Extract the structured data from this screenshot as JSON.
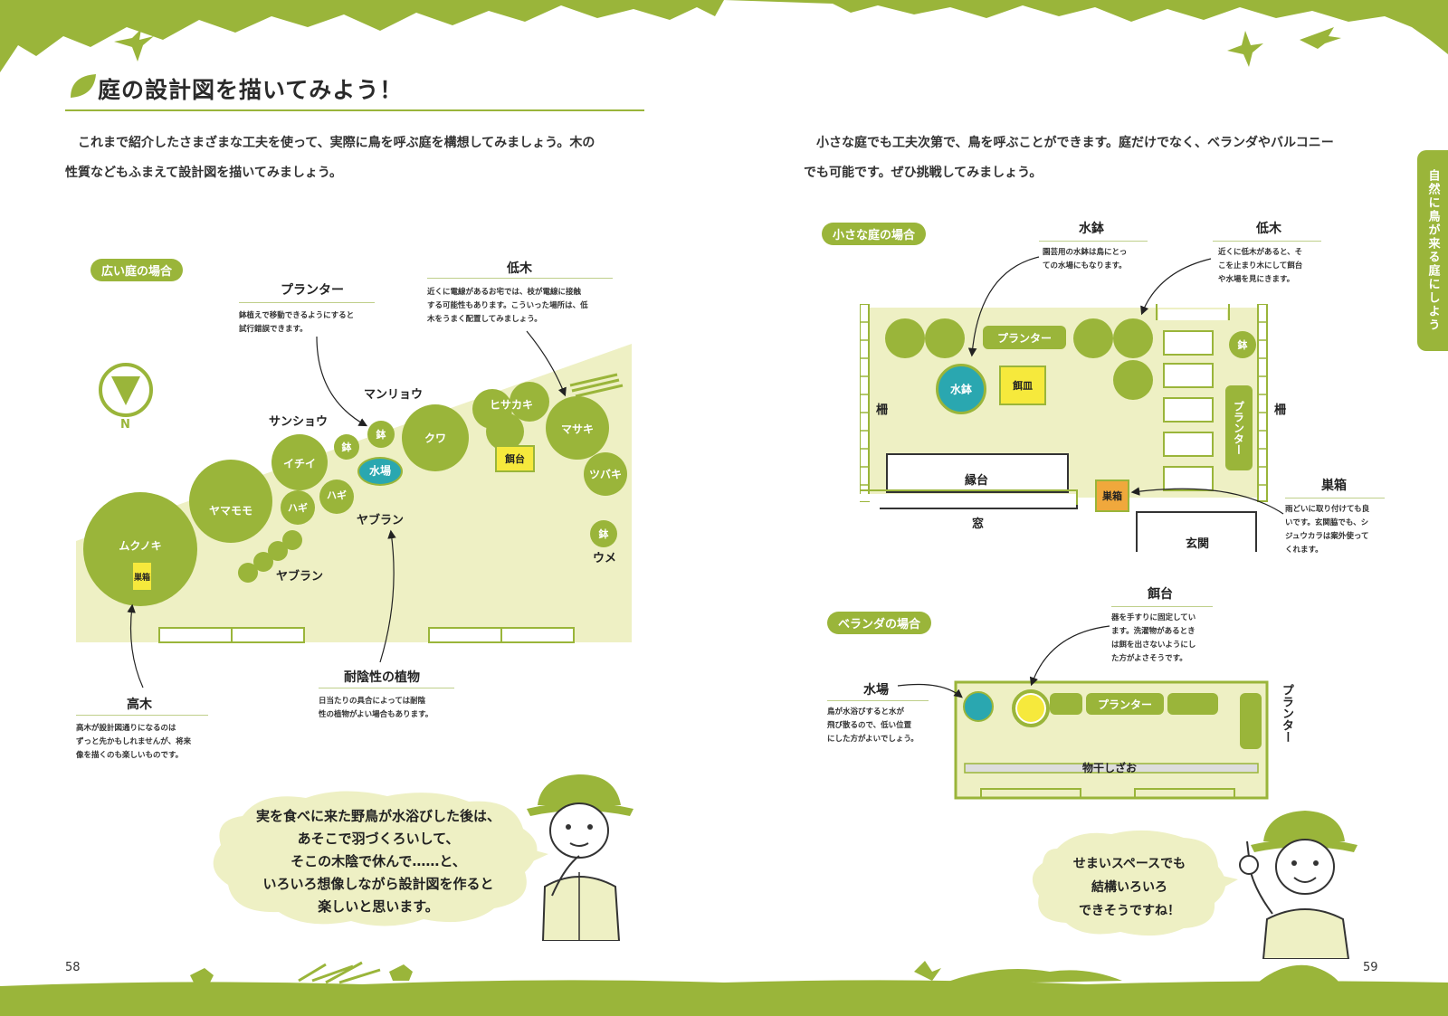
{
  "left_page": {
    "title": "庭の設計図を描いてみよう！",
    "intro_lines": [
      "これまで紹介したさまざまな工夫を使って、実際に鳥を呼ぶ庭を構想してみましょう。木の",
      "性質などもふまえて設計図を描いてみましょう。"
    ],
    "section_pill": "広い庭の場合",
    "compass": "N",
    "callouts": {
      "planter": {
        "title": "プランター",
        "note": [
          "鉢植えで移動できるようにすると",
          "試行錯誤できます。"
        ]
      },
      "teiboku": {
        "title": "低木",
        "note": [
          "近くに電線があるお宅では、枝が電線に接触",
          "する可能性もあります。こういった場所は、低",
          "木をうまく配置してみましょう。"
        ]
      },
      "kouboku": {
        "title": "高木",
        "note": [
          "高木が設計図通りになるのは",
          "ずっと先かもしれませんが、将来",
          "像を描くのも楽しいものです。"
        ]
      },
      "taiinsei": {
        "title": "耐陰性の植物",
        "note": [
          "日当たりの具合によっては耐陰",
          "性の植物がよい場合もあります。"
        ]
      }
    },
    "plan": {
      "mukunoki": "ムクノキ",
      "subako": "巣箱",
      "yamamomo": "ヤマモモ",
      "ichii": "イチイ",
      "hagi1": "ハギ",
      "hagi2": "ハギ",
      "hachi1": "鉢",
      "hachi2": "鉢",
      "mizuba": "水場",
      "kuwa": "クワ",
      "hisakaki": "ヒサカキ",
      "masaki": "マサキ",
      "tsubaki": "ツバキ",
      "hachi_ume": "鉢",
      "shiryoudai": "餌台",
      "sanshou": "サンショウ",
      "manryou": "マンリョウ",
      "yaburan1": "ヤブラン",
      "yaburan2": "ヤブラン",
      "ume": "ウメ"
    },
    "bubble": [
      "実を食べに来た野鳥が水浴びした後は、",
      "あそこで羽づくろいして、",
      "そこの木陰で休んで……と、",
      "いろいろ想像しながら設計図を作ると",
      "楽しいと思います。"
    ],
    "page_number": "58"
  },
  "right_page": {
    "intro_lines": [
      "小さな庭でも工夫次第で、鳥を呼ぶことができます。庭だけでなく、ベランダやバルコニー",
      "でも可能です。ぜひ挑戦してみましょう。"
    ],
    "side_tab": "自然に鳥が来る庭にしよう",
    "small_garden": {
      "pill": "小さな庭の場合",
      "hachi_title": "水鉢",
      "hachi_note": [
        "園芸用の水鉢は鳥にとっ",
        "ての水場にもなります。"
      ],
      "teiboku_title": "低木",
      "teiboku_note": [
        "近くに低木があると、そ",
        "こを止まり木にして餌台",
        "や水場を見にきます。"
      ],
      "planter_h": "プランター",
      "planter_v": "プランター",
      "mizubachi": "水鉢",
      "esara": "餌皿",
      "hachi": "鉢",
      "saku_left": "柵",
      "saku_right": "柵",
      "engawa": "縁台",
      "mado": "窓",
      "genkan": "玄関",
      "subako": "巣箱",
      "subako_title": "巣箱",
      "subako_note": [
        "雨どいに取り付けても良",
        "いです。玄関脇でも、シ",
        "ジュウカラは案外使って",
        "くれます。"
      ]
    },
    "veranda": {
      "pill": "ベランダの場合",
      "shiryoudai_title": "餌台",
      "shiryoudai_note": [
        "器を手すりに固定してい",
        "ます。洗濯物があるとき",
        "は餌を出さないようにし",
        "た方がよさそうです。"
      ],
      "mizuba_title": "水場",
      "mizuba_note": [
        "鳥が水浴びすると水が",
        "飛び散るので、低い位置",
        "にした方がよいでしょう。"
      ],
      "planter_h": "プランター",
      "planter_v": "プランター",
      "monohoshi": "物干しざお"
    },
    "bubble": [
      "せまいスペースでも",
      "結構いろいろ",
      "できそうですね！"
    ],
    "page_number": "59"
  },
  "colors": {
    "accent": "#9ab53a",
    "lawn": "#eef0c4",
    "teal": "#2aa7b0",
    "yellow": "#f6e93c",
    "orange": "#f0a83c"
  }
}
